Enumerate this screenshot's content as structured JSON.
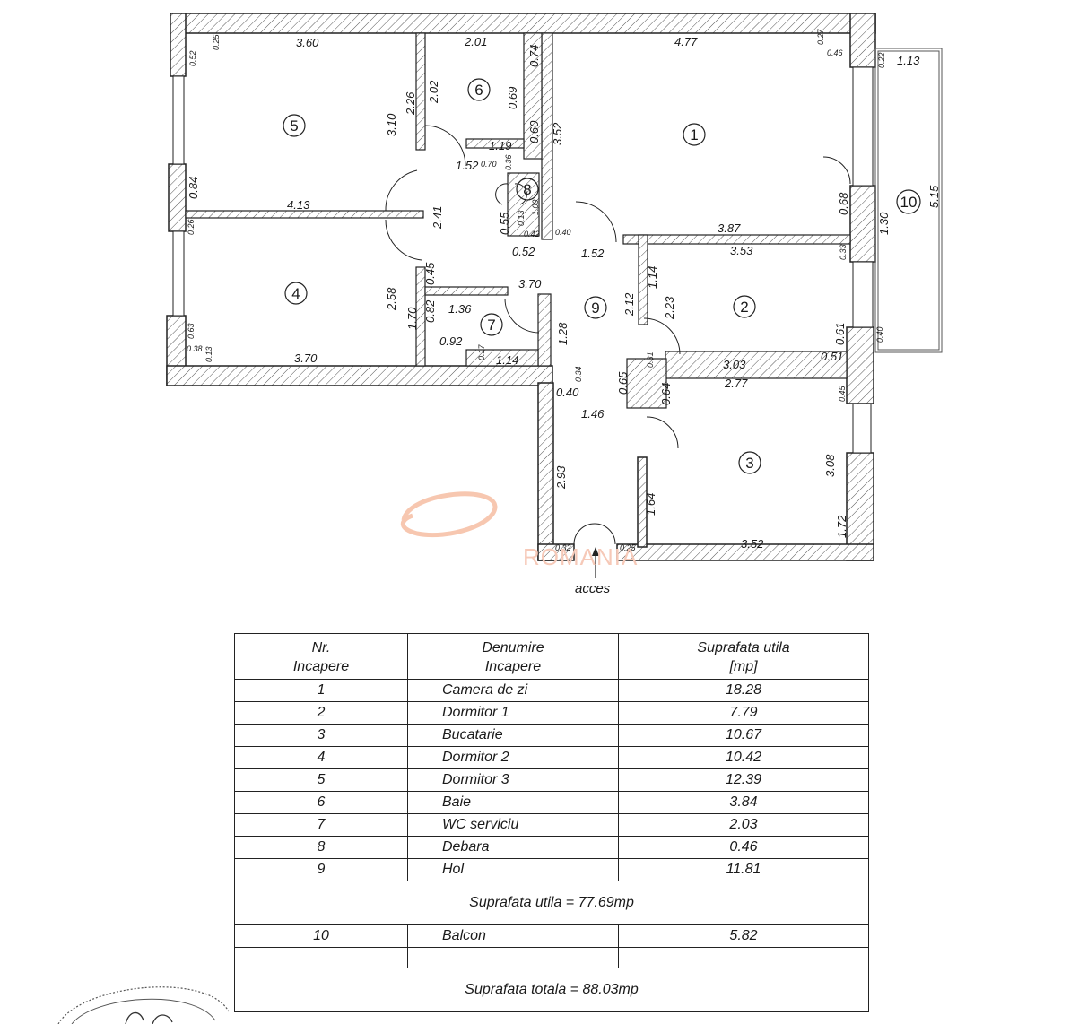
{
  "plan": {
    "room_numbers": [
      "1",
      "2",
      "3",
      "4",
      "5",
      "6",
      "7",
      "8",
      "9",
      "10"
    ],
    "dimensions": [
      "3.60",
      "2.01",
      "4.77",
      "0.74",
      "0.69",
      "0.60",
      "2.02",
      "2.26",
      "3.10",
      "3.52",
      "1.19",
      "1.52",
      "0.70",
      "4.13",
      "0.84",
      "2.41",
      "0.55",
      "0.52",
      "1.52",
      "3.70",
      "1.36",
      "0.92",
      "1.14",
      "1.28",
      "1.70",
      "2.58",
      "0.45",
      "0.82",
      "3.70",
      "0.40",
      "1.46",
      "2.93",
      "2.12",
      "1.14",
      "2.23",
      "0.65",
      "0.64",
      "3.87",
      "3.53",
      "3.03",
      "2.77",
      "0.68",
      "1.30",
      "5.15",
      "1.13",
      "0.61",
      "0.51",
      "3.08",
      "1.72",
      "1.64",
      "3.52"
    ],
    "small_dimensions": [
      "0.25",
      "0.52",
      "0.26",
      "0.63",
      "0.38",
      "0.27",
      "0.46",
      "0.22",
      "0.33",
      "0.40",
      "0.45",
      "0.40",
      "0.32",
      "0.25",
      "0.34",
      "0.31",
      "0.42",
      "0.13",
      "0.13",
      "0.17",
      "0.36",
      "1.09"
    ],
    "watermark": "ROMANIA",
    "access_label": "acces"
  },
  "legend": {
    "headers": [
      "Nr.\nIncapere",
      "Denumire\nIncapere",
      "Suprafata utila\n[mp]"
    ],
    "header_lines": [
      [
        "Nr.",
        "Incapere"
      ],
      [
        "Denumire",
        "Incapere"
      ],
      [
        "Suprafata utila",
        "[mp]"
      ]
    ],
    "rows": [
      {
        "nr": "1",
        "name": "Camera de zi",
        "area": "18.28"
      },
      {
        "nr": "2",
        "name": "Dormitor 1",
        "area": "7.79"
      },
      {
        "nr": "3",
        "name": "Bucatarie",
        "area": "10.67"
      },
      {
        "nr": "4",
        "name": "Dormitor 2",
        "area": "10.42"
      },
      {
        "nr": "5",
        "name": "Dormitor 3",
        "area": "12.39"
      },
      {
        "nr": "6",
        "name": "Baie",
        "area": "3.84"
      },
      {
        "nr": "7",
        "name": "WC serviciu",
        "area": "2.03"
      },
      {
        "nr": "8",
        "name": "Debara",
        "area": "0.46"
      },
      {
        "nr": "9",
        "name": "Hol",
        "area": "11.81"
      }
    ],
    "useful_total": "Suprafata utila = 77.69mp",
    "balcony": {
      "nr": "10",
      "name": "Balcon",
      "area": "5.82"
    },
    "grand_total": "Suprafata totala = 88.03mp"
  }
}
